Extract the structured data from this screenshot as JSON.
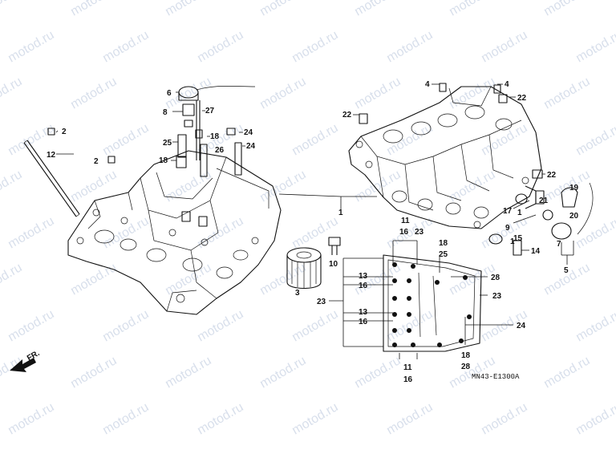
{
  "watermark": {
    "text": "motod.ru",
    "color": "#b9c6dc"
  },
  "diagram": {
    "ref_code": "MN43-E1300A",
    "direction_label": "FR.",
    "callouts": [
      {
        "id": "c1",
        "text": "1"
      },
      {
        "id": "c1b",
        "text": "1"
      },
      {
        "id": "c1c",
        "text": "1"
      },
      {
        "id": "c2a",
        "text": "2"
      },
      {
        "id": "c2b",
        "text": "2"
      },
      {
        "id": "c3",
        "text": "3"
      },
      {
        "id": "c4a",
        "text": "4"
      },
      {
        "id": "c4b",
        "text": "4"
      },
      {
        "id": "c5",
        "text": "5"
      },
      {
        "id": "c6",
        "text": "6"
      },
      {
        "id": "c7",
        "text": "7"
      },
      {
        "id": "c8",
        "text": "8"
      },
      {
        "id": "c9",
        "text": "9"
      },
      {
        "id": "c10",
        "text": "10"
      },
      {
        "id": "c11a",
        "text": "11"
      },
      {
        "id": "c11b",
        "text": "11"
      },
      {
        "id": "c12",
        "text": "12"
      },
      {
        "id": "c13a",
        "text": "13"
      },
      {
        "id": "c13b",
        "text": "13"
      },
      {
        "id": "c14",
        "text": "14"
      },
      {
        "id": "c15",
        "text": "15"
      },
      {
        "id": "c16a",
        "text": "16"
      },
      {
        "id": "c16b",
        "text": "16"
      },
      {
        "id": "c16c",
        "text": "16"
      },
      {
        "id": "c16d",
        "text": "16"
      },
      {
        "id": "c16e",
        "text": "16"
      },
      {
        "id": "c17",
        "text": "17"
      },
      {
        "id": "c18a",
        "text": "18"
      },
      {
        "id": "c18b",
        "text": "18"
      },
      {
        "id": "c18c",
        "text": "18"
      },
      {
        "id": "c18d",
        "text": "18"
      },
      {
        "id": "c19",
        "text": "19"
      },
      {
        "id": "c20",
        "text": "20"
      },
      {
        "id": "c21",
        "text": "21"
      },
      {
        "id": "c22a",
        "text": "22"
      },
      {
        "id": "c22b",
        "text": "22"
      },
      {
        "id": "c22c",
        "text": "22"
      },
      {
        "id": "c23a",
        "text": "23"
      },
      {
        "id": "c23b",
        "text": "23"
      },
      {
        "id": "c23c",
        "text": "23"
      },
      {
        "id": "c24a",
        "text": "24"
      },
      {
        "id": "c24b",
        "text": "24"
      },
      {
        "id": "c24c",
        "text": "24"
      },
      {
        "id": "c25a",
        "text": "25"
      },
      {
        "id": "c25b",
        "text": "25"
      },
      {
        "id": "c26",
        "text": "26"
      },
      {
        "id": "c27",
        "text": "27"
      },
      {
        "id": "c28a",
        "text": "28"
      },
      {
        "id": "c28b",
        "text": "28"
      }
    ]
  }
}
